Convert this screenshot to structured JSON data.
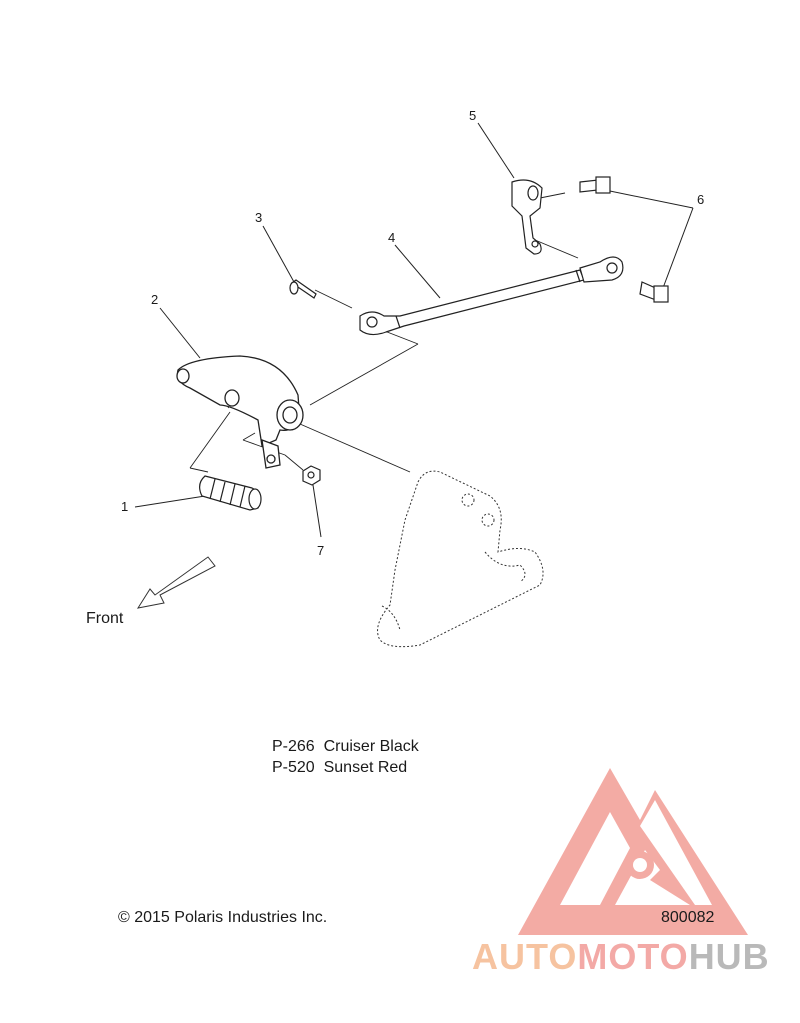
{
  "callouts": [
    "1",
    "2",
    "3",
    "4",
    "5",
    "6",
    "7"
  ],
  "direction_label": "Front",
  "color_codes": [
    {
      "code": "P-266",
      "name": "Cruiser Black"
    },
    {
      "code": "P-520",
      "name": "Sunset Red"
    }
  ],
  "copyright": "© 2015 Polaris Industries Inc.",
  "part_number": "800082",
  "watermark": {
    "part1": "AUTO",
    "part2": "MOTO",
    "part3": "HUB",
    "colors": {
      "part1": "#f6c3a0",
      "part2": "#f3a9a6",
      "part3": "#b9b9b9",
      "logo": "#f08f86"
    }
  }
}
